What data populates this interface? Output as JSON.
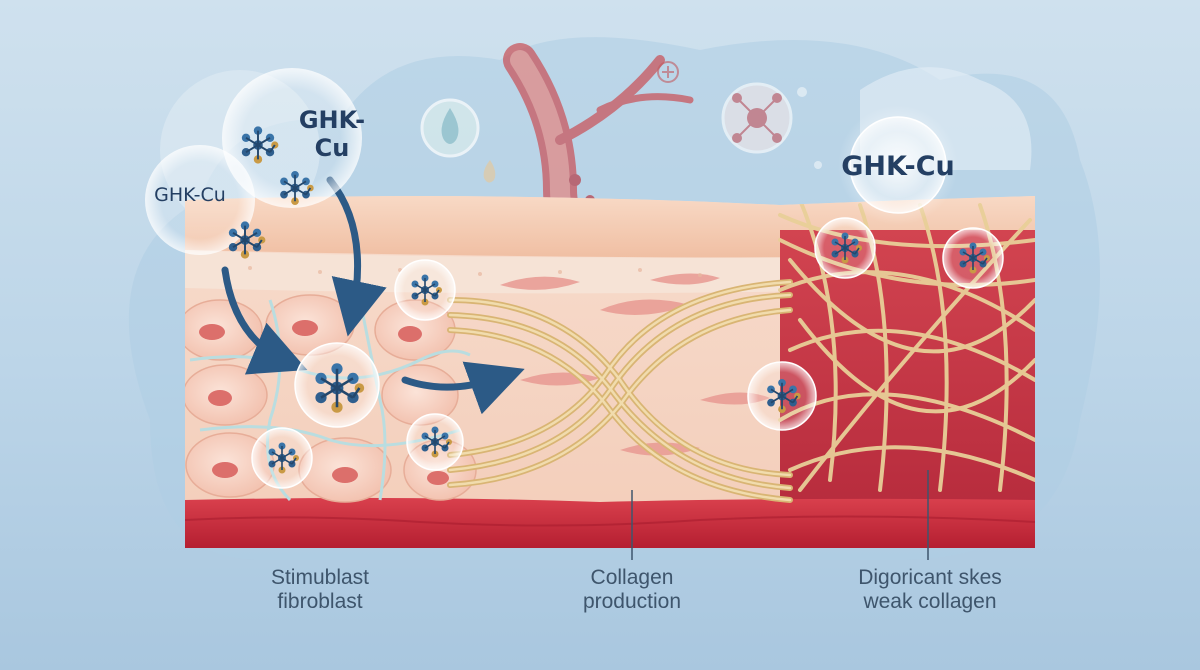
{
  "labels": {
    "ghk_top": "GHK-Cu",
    "ghk_left": "GHK-Cu",
    "ghk_right": "GHK-Cu",
    "stimulated_line1": "Stimublast",
    "stimulated_line2": "fibroblast",
    "collagen_line1": "Collagen",
    "collagen_line2": "production",
    "weak_line1": "Digoricant skes",
    "weak_line2": "weak collagen"
  },
  "colors": {
    "skin_top": "#f3c7ae",
    "dermis": "#f6d4c4",
    "red_layer": "#c8283a",
    "collagen": "#e6c98f",
    "molecule_blue": "#2f5f8e",
    "molecule_gold": "#c99a45",
    "arrow": "#2c5a86"
  },
  "icons": [
    "molecule-icon",
    "water-drop-icon",
    "blood-vessel-icon",
    "copper-molecule-icon",
    "arrow-icon"
  ]
}
